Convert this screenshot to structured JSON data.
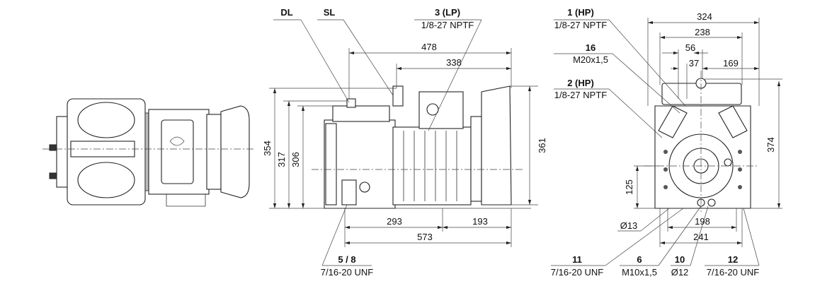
{
  "title": "Compressor dimensional drawing",
  "side_view": {
    "labels": {
      "dl": "DL",
      "sl": "SL",
      "lp_title": "3 (LP)",
      "lp_thread": "1/8-27 NPTF",
      "bottom_title": "5 / 8",
      "bottom_thread": "7/16-20 UNF"
    },
    "dims": {
      "d478": "478",
      "d338": "338",
      "d354": "354",
      "d317": "317",
      "d306": "306",
      "d361": "361",
      "d293": "293",
      "d193": "193",
      "d573": "573"
    }
  },
  "front_view": {
    "labels": {
      "hp1_title": "1 (HP)",
      "hp1_thread": "1/8-27 NPTF",
      "p16_title": "16",
      "p16_thread": "M20x1,5",
      "hp2_title": "2 (HP)",
      "hp2_thread": "1/8-27 NPTF",
      "d13": "Ø13",
      "p11_title": "11",
      "p11_thread": "7/16-20 UNF",
      "p6_title": "6",
      "p6_thread": "M10x1,5",
      "p10_title": "10",
      "p10_thread": "Ø12",
      "p12_title": "12",
      "p12_thread": "7/16-20 UNF"
    },
    "dims": {
      "d324": "324",
      "d238": "238",
      "d56": "56",
      "d37": "37",
      "d169": "169",
      "d374": "374",
      "d125": "125",
      "d198": "198",
      "d241": "241"
    }
  }
}
